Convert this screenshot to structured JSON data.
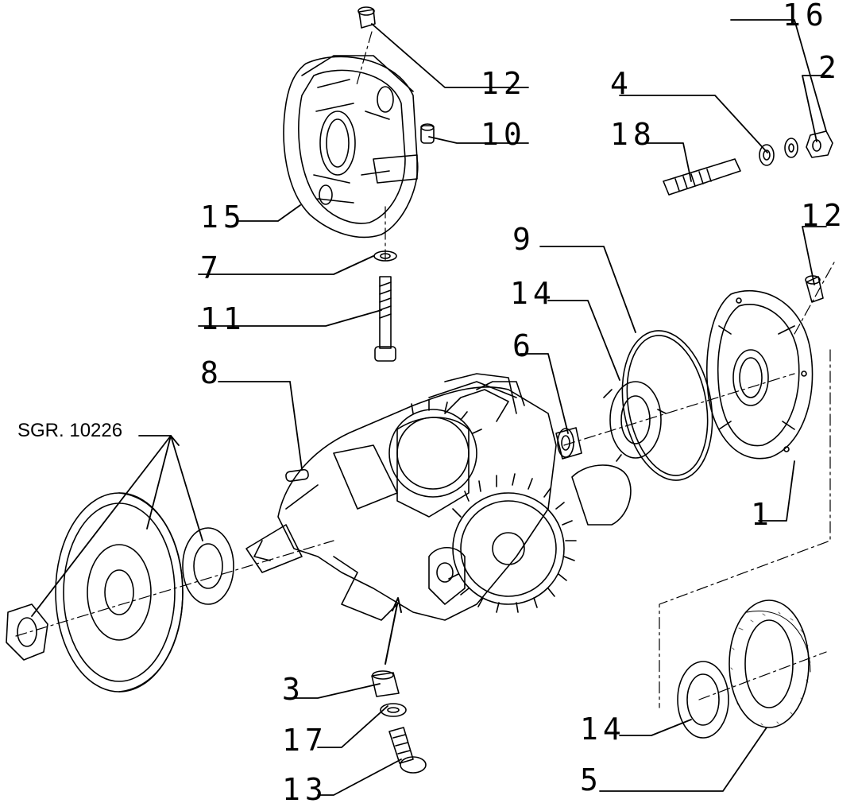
{
  "diagram": {
    "labels": {
      "part_12_top": "12",
      "part_10": "10",
      "part_15": "15",
      "part_7": "7",
      "part_11": "11",
      "part_8": "8",
      "part_16": "16",
      "part_2": "2",
      "part_4": "4",
      "part_18": "18",
      "part_12_right": "12",
      "part_9": "9",
      "part_14_upper": "14",
      "part_6": "6",
      "part_1": "1",
      "part_3": "3",
      "part_17": "17",
      "part_13": "13",
      "part_14_lower": "14",
      "part_5": "5",
      "sgr_reference": "SGR. 10226"
    }
  }
}
